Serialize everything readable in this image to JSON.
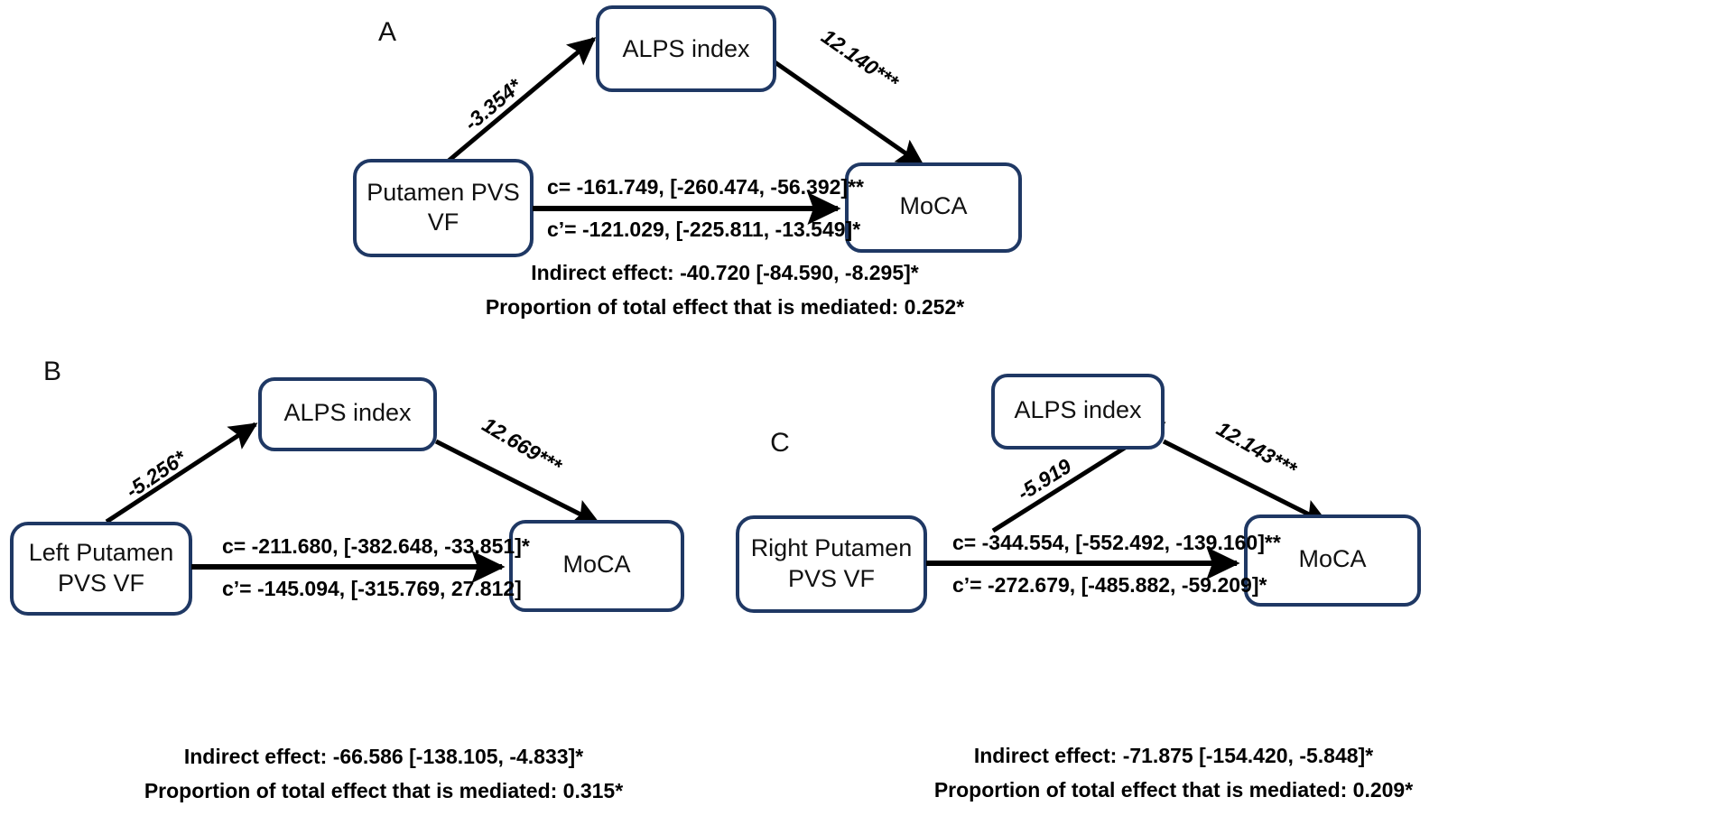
{
  "figure": {
    "type": "mediation-path-diagram",
    "colors": {
      "box_border": "#1f3864",
      "box_fill": "#ffffff",
      "arrow": "#000000",
      "text": "#111111",
      "background": "#ffffff"
    },
    "panels": [
      {
        "letter": "A",
        "predictor": "Putamen PVS VF",
        "mediator": "ALPS index",
        "outcome": "MoCA",
        "path_a": "-3.354*",
        "path_b": "12.140***",
        "path_c": "c= -161.749, [-260.474, -56.392]**",
        "path_c_prime": "c’= -121.029, [-225.811, -13.549]*",
        "indirect_effect": "Indirect effect: -40.720 [-84.590, -8.295]*",
        "proportion_mediated": "Proportion of total effect that is mediated: 0.252*"
      },
      {
        "letter": "B",
        "predictor": "Left Putamen PVS VF",
        "mediator": "ALPS index",
        "outcome": "MoCA",
        "path_a": "-5.256*",
        "path_b": "12.669***",
        "path_c": "c= -211.680, [-382.648, -33.851]*",
        "path_c_prime": "c’= -145.094, [-315.769, 27.812]",
        "indirect_effect": "Indirect effect: -66.586 [-138.105, -4.833]*",
        "proportion_mediated": "Proportion of total effect that is mediated:  0.315*"
      },
      {
        "letter": "C",
        "predictor": "Right Putamen PVS VF",
        "mediator": "ALPS index",
        "outcome": "MoCA",
        "path_a": "-5.919",
        "path_b": "12.143***",
        "path_c": "c= -344.554, [-552.492, -139.160]**",
        "path_c_prime": "c’= -272.679, [-485.882, -59.209]*",
        "indirect_effect": "Indirect effect: -71.875 [-154.420, -5.848]*",
        "proportion_mediated": "Proportion of total effect that is mediated: 0.209*"
      }
    ],
    "node_text_lines": {
      "panel_a_predictor_line1": "Putamen PVS",
      "panel_a_predictor_line2": "VF",
      "panel_b_predictor_line1": "Left Putamen",
      "panel_b_predictor_line2": "PVS VF",
      "panel_c_predictor_line1": "Right Putamen",
      "panel_c_predictor_line2": "PVS VF",
      "mediator": "ALPS index",
      "outcome": "MoCA"
    }
  }
}
